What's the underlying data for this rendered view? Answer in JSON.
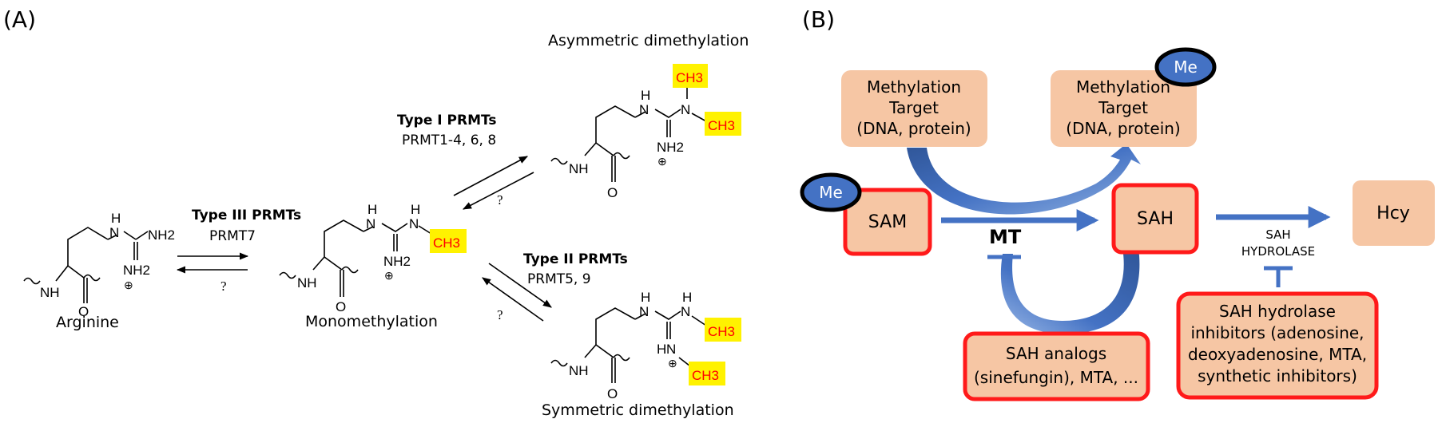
{
  "panel_a": {
    "label": "(A)",
    "arginine": {
      "name": "Arginine",
      "nh2_top": "NH2",
      "nh2_bottom": "NH2",
      "nh_left": "NH",
      "nh_right": "N",
      "h": "H",
      "o": "O",
      "plus": "⊕"
    },
    "mono": {
      "name": "Monomethylation",
      "ch3": "CH3"
    },
    "asym": {
      "name": "Asymmetric dimethylation",
      "ch3": "CH3"
    },
    "sym": {
      "name": "Symmetric dimethylation",
      "ch3": "CH3"
    },
    "type3": {
      "title": "Type III PRMTs",
      "members": "PRMT7",
      "reverse": "?"
    },
    "type1": {
      "title": "Type I PRMTs",
      "members": "PRMT1-4, 6, 8",
      "reverse": "?"
    },
    "type2": {
      "title": "Type II PRMTs",
      "members": "PRMT5, 9",
      "reverse": "?"
    }
  },
  "panel_b": {
    "label": "(B)",
    "target_left": [
      "Methylation",
      "Target",
      "(DNA, protein)"
    ],
    "target_right": [
      "Methylation",
      "Target",
      "(DNA, protein)"
    ],
    "me": "Me",
    "sam": "SAM",
    "sah": "SAH",
    "hcy": "Hcy",
    "mt": "MT",
    "hydrolase": [
      "SAH",
      "HYDROLASE"
    ],
    "analogs": [
      "SAH analogs",
      "(sinefungin), MTA, ..."
    ],
    "hydrolase_inhibitors": [
      "SAH hydrolase",
      "inhibitors (adenosine,",
      "deoxyadenosine, MTA,",
      "synthetic inhibitors)"
    ],
    "colors": {
      "box_fill": "#f6c6a4",
      "box_border": "#ff1a1a",
      "arrow": "#4472c4",
      "me_fill": "#4472c4",
      "highlight": "#fff200",
      "methyl_text": "#ff0000"
    }
  }
}
